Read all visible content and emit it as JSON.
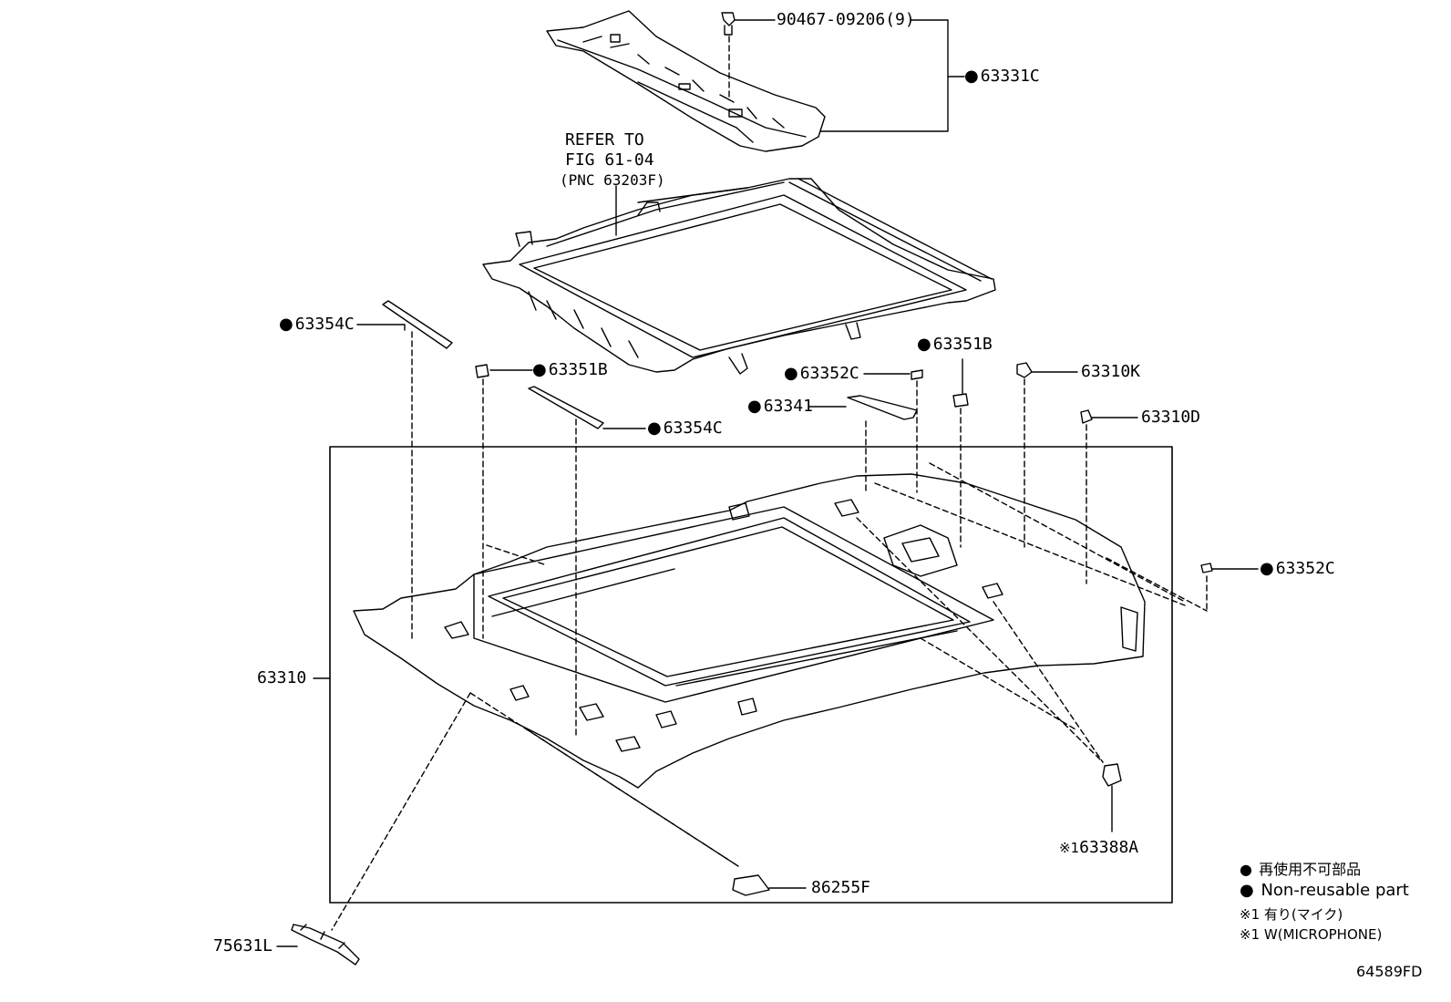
{
  "diagram": {
    "refer_note": {
      "line1": "REFER TO",
      "line2": "FIG 61-04",
      "line3": "(PNC 63203F)"
    },
    "parts": {
      "p90467": "90467-09206(9)",
      "p63331C": "63331C",
      "p63354C_top": "63354C",
      "p63351B_left": "63351B",
      "p63351B_right": "63351B",
      "p63352C_top": "63352C",
      "p63341": "63341",
      "p63354C_mid": "63354C",
      "p63310K": "63310K",
      "p63310D": "63310D",
      "p63352C_right": "63352C",
      "p63310": "63310",
      "p63388A": "63388A",
      "p63388A_mark": "※1",
      "p86255F": "86255F",
      "p75631L": "75631L"
    },
    "legend": {
      "jp_nonreusable": "再使用不可部品",
      "en_nonreusable": "Non-reusable part",
      "note1_jp": "※1 有り(マイク)",
      "note1_en": "※1 W(MICROPHONE)"
    },
    "figure_code": "64589FD"
  }
}
